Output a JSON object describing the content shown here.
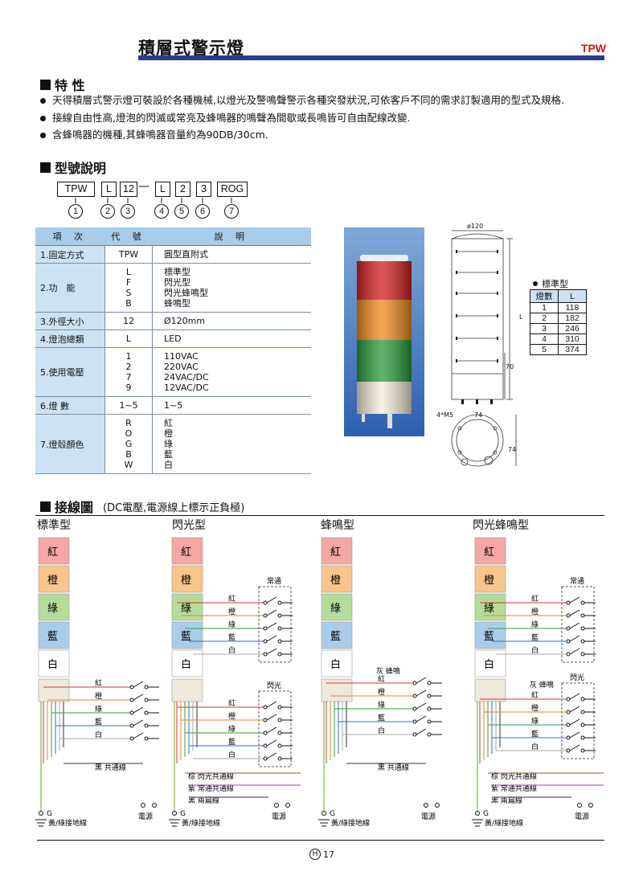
{
  "header": {
    "title": "積層式警示燈",
    "brand": "TPW"
  },
  "features": {
    "heading": "特 性",
    "items": [
      "天得積層式警示燈可裝設於各種機械,以燈光及警鳴聲警示各種突發狀況,可依客戶不同的需求訂製適用的型式及規格.",
      "接線自由性高,燈泡的閃滅或常亮及蜂鳴器的鳴聲為間歇或長鳴皆可自由配線改變.",
      "含蜂鳴器的機種,其蜂鳴器音量約為90DB/30cm."
    ]
  },
  "model": {
    "heading": "型號說明",
    "parts": [
      "TPW",
      "L",
      "12",
      "L",
      "2",
      "3",
      "ROG"
    ],
    "dash": "—",
    "nums": [
      "1",
      "2",
      "3",
      "4",
      "5",
      "6",
      "7"
    ]
  },
  "spec_table": {
    "headers": [
      "項 次",
      "代 號",
      "說 明"
    ],
    "rows": [
      {
        "item": "1.固定方式",
        "codes": [
          "TPW"
        ],
        "desc": [
          "圓型直附式"
        ]
      },
      {
        "item": "2.功　能",
        "codes": [
          "L",
          "F",
          "S",
          "B"
        ],
        "desc": [
          "標準型",
          "閃光型",
          "閃光蜂鳴型",
          "蜂鳴型"
        ]
      },
      {
        "item": "3.外徑大小",
        "codes": [
          "12"
        ],
        "desc": [
          "Ø120mm"
        ]
      },
      {
        "item": "4.燈泡總類",
        "codes": [
          "L"
        ],
        "desc": [
          "LED"
        ]
      },
      {
        "item": "5.使用電壓",
        "codes": [
          "1",
          "2",
          "7",
          "9"
        ],
        "desc": [
          "110VAC",
          "220VAC",
          "24VAC/DC",
          "12VAC/DC"
        ]
      },
      {
        "item": "6.燈 數",
        "codes": [
          "1~5"
        ],
        "desc": [
          "1~5"
        ]
      },
      {
        "item": "7.燈殼顏色",
        "codes": [
          "R",
          "O",
          "G",
          "B",
          "W"
        ],
        "desc": [
          "紅",
          "橙",
          "綠",
          "藍",
          "白"
        ]
      }
    ]
  },
  "dimensions": {
    "dia": "ø120",
    "l": "L",
    "d70": "70",
    "m5": "4*M5",
    "d74a": "74",
    "d74b": "74"
  },
  "std_table": {
    "title": "標準型",
    "headers": [
      "燈數",
      "L"
    ],
    "rows": [
      [
        "1",
        "118"
      ],
      [
        "2",
        "182"
      ],
      [
        "3",
        "246"
      ],
      [
        "4",
        "310"
      ],
      [
        "5",
        "374"
      ]
    ]
  },
  "wiring": {
    "heading": "接線圖",
    "note": "(DC電壓,電源線上標示正負極)",
    "types": [
      "標準型",
      "閃光型",
      "蜂鳴型",
      "閃光蜂鳴型"
    ],
    "lamps": [
      "紅",
      "橙",
      "綠",
      "藍",
      "白"
    ],
    "wires": [
      "紅",
      "橙",
      "綠",
      "藍",
      "白"
    ],
    "normal": "常通",
    "flash": "閃光",
    "buzzer_wire": "灰 蜂鳴",
    "black_common": "黑 共通線",
    "brown": "棕 閃光共通線",
    "purple": "紫 常通共通線",
    "black_buzz": "黑 兩扁線",
    "power": "電源",
    "ground_g": "G",
    "ground_label": "黃/綠接地線"
  },
  "colors": {
    "red": "#f4a7a4",
    "orange": "#f9c58b",
    "green": "#b4dc9a",
    "blue": "#a9cde9",
    "white": "#ffffff",
    "base": "#efe9dc",
    "rule": "#2a3a8f"
  },
  "footer": {
    "badge": "H",
    "page": "17"
  }
}
